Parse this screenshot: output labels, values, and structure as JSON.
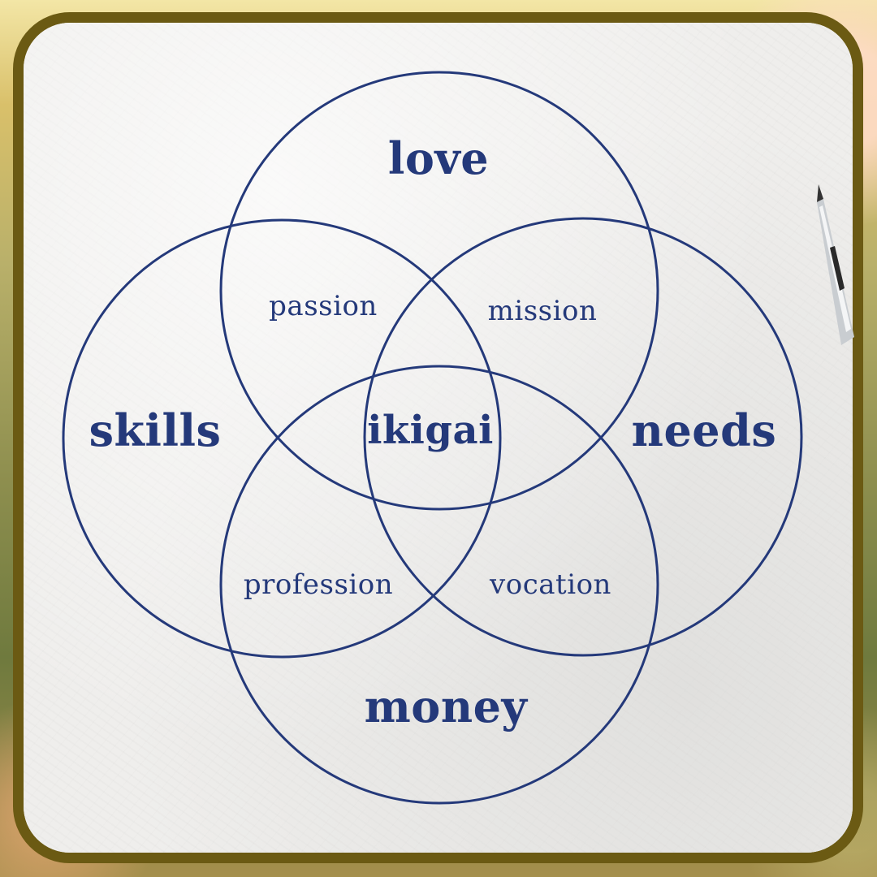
{
  "circles": [
    {
      "id": "love",
      "label": "love"
    },
    {
      "id": "skills",
      "label": "skills"
    },
    {
      "id": "needs",
      "label": "needs"
    },
    {
      "id": "money",
      "label": "money"
    }
  ],
  "intersections": {
    "passion": "passion",
    "mission": "mission",
    "profession": "profession",
    "vocation": "vocation",
    "center": "ikigai"
  },
  "colors": {
    "ink": "#24397a",
    "frame": "#6b5a13",
    "paper": "#efeeec"
  }
}
